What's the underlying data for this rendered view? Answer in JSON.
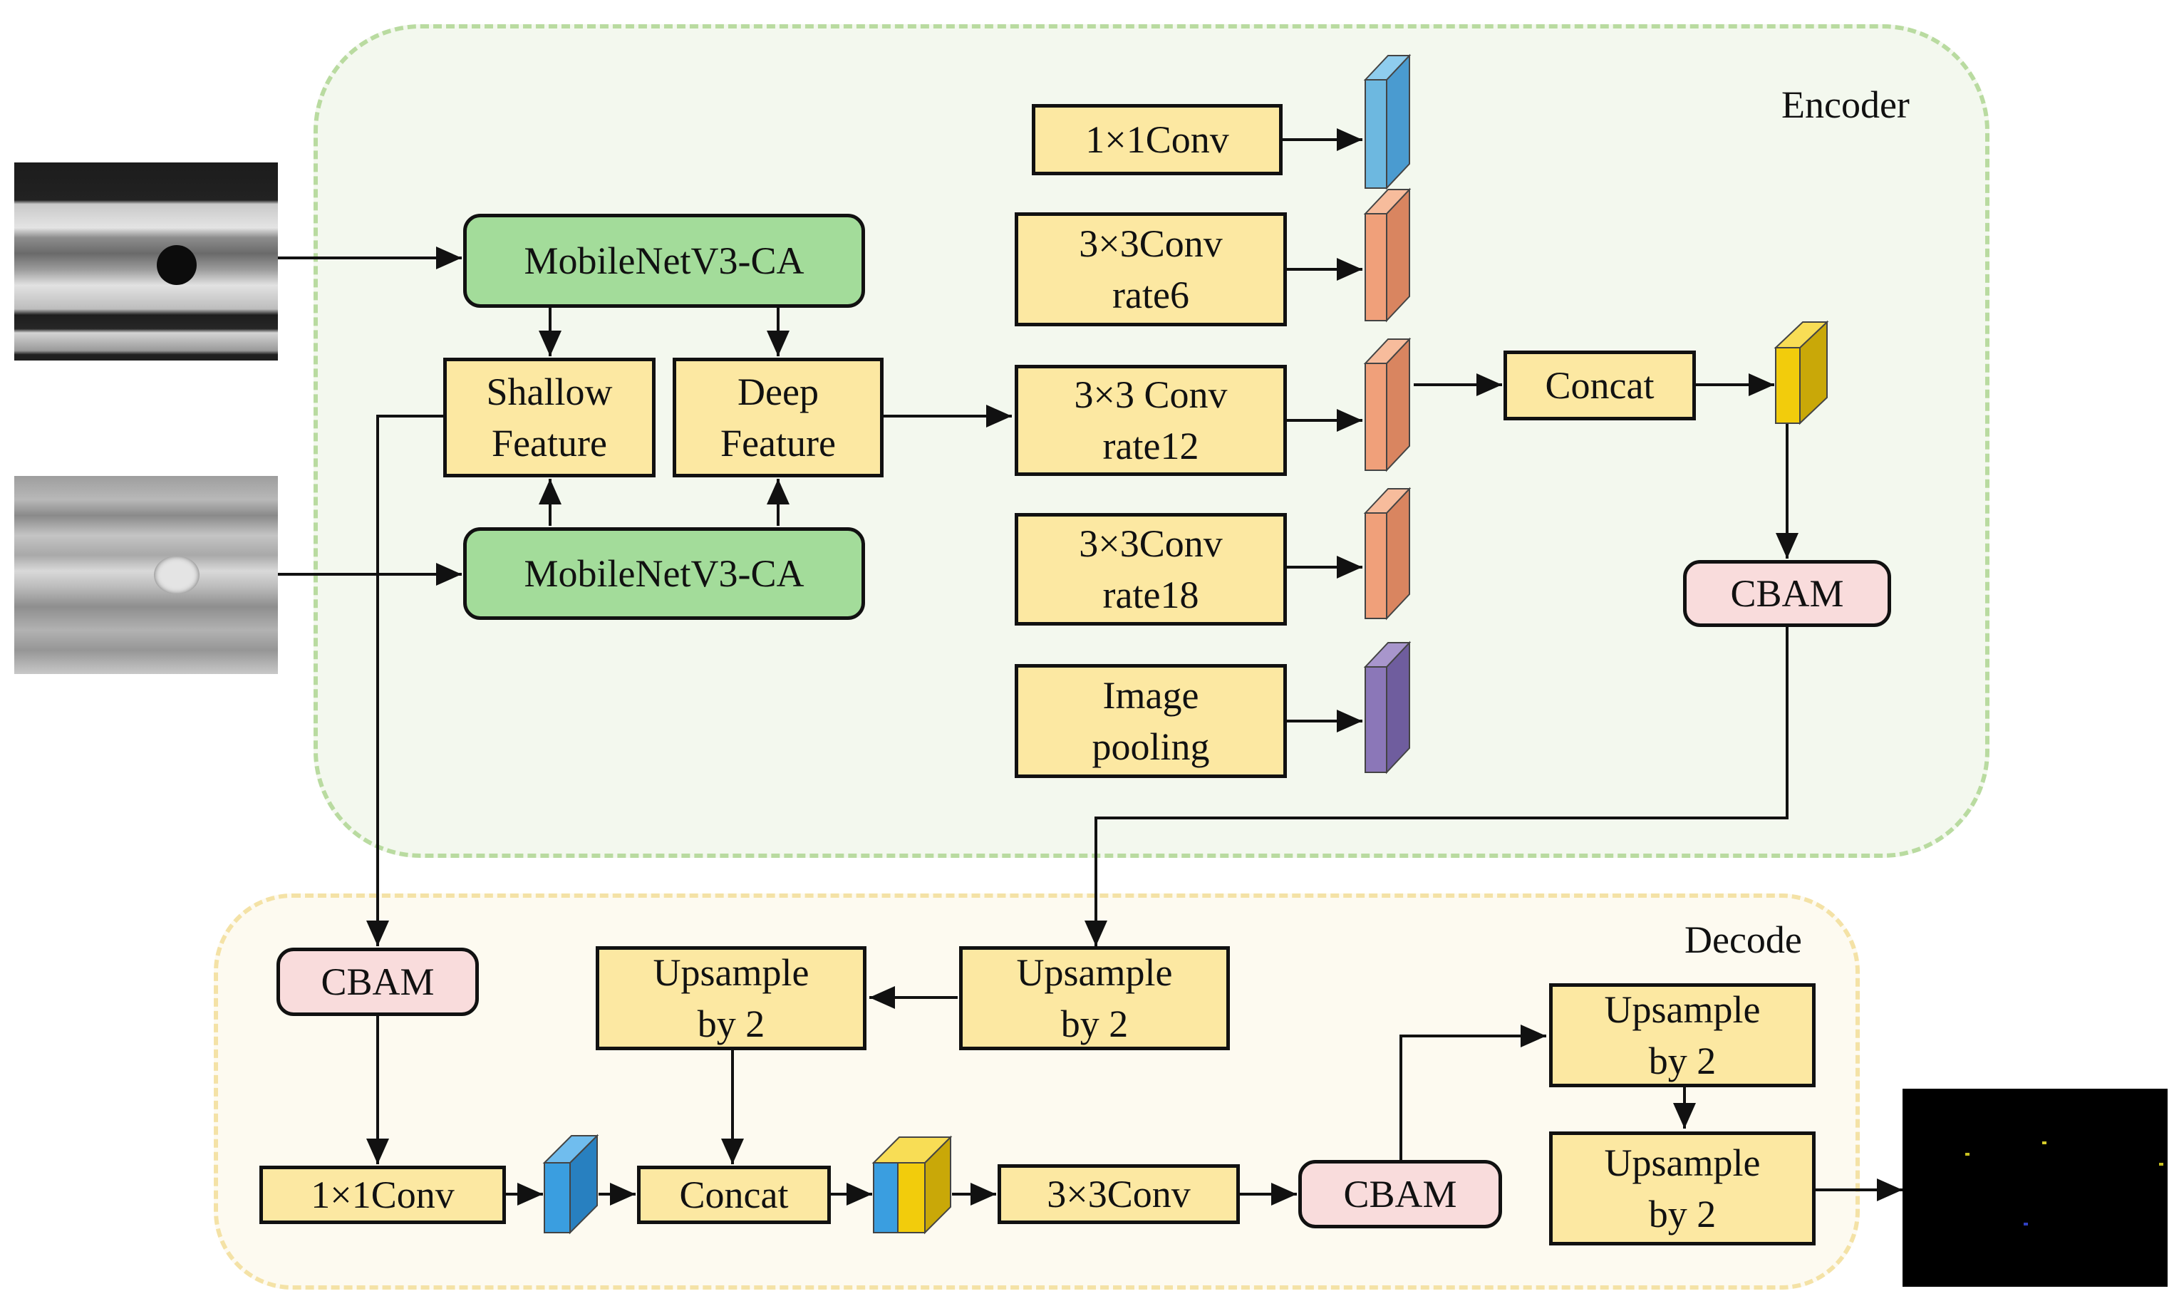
{
  "encoder": {
    "label": "Encoder",
    "backbone_top": "MobileNetV3-CA",
    "backbone_bottom": "MobileNetV3-CA",
    "shallow_feature": "Shallow\nFeature",
    "deep_feature": "Deep\nFeature",
    "conv_1x1": "1×1Conv",
    "conv_rate6": "3×3Conv\nrate6",
    "conv_rate12": "3×3 Conv\nrate12",
    "conv_rate18": "3×3Conv\nrate18",
    "image_pooling": "Image\npooling",
    "concat": "Concat",
    "cbam": "CBAM"
  },
  "decoder": {
    "label": "Decode",
    "cbam_left": "CBAM",
    "conv_1x1": "1×1Conv",
    "concat": "Concat",
    "upsample_a": "Upsample\nby 2",
    "upsample_b": "Upsample\nby 2",
    "conv_3x3": "3×3Conv",
    "cbam_right": "CBAM",
    "upsample_c": "Upsample\nby 2",
    "upsample_d": "Upsample\nby 2"
  },
  "colors": {
    "blue_feature": "#6db8e0",
    "orange_feature": "#f0a07a",
    "purple_feature": "#8b77b8",
    "yellow_feature": "#f2cc0c",
    "decoder_blue": "#3a9ee0"
  }
}
